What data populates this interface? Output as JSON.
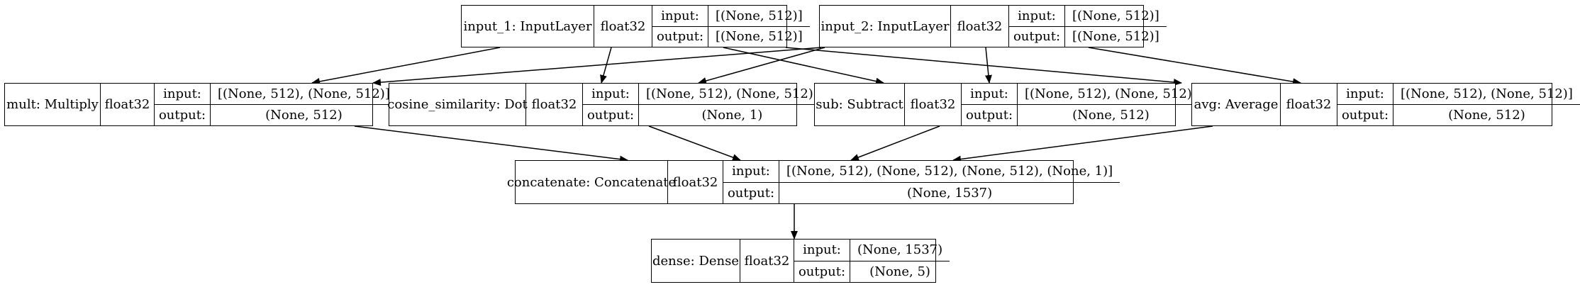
{
  "diagram": {
    "io_input_label": "input:",
    "io_output_label": "output:",
    "nodes": {
      "input_1": {
        "name": "input_1: InputLayer",
        "dtype": "float32",
        "input": "[(None, 512)]",
        "output": "[(None, 512)]"
      },
      "input_2": {
        "name": "input_2: InputLayer",
        "dtype": "float32",
        "input": "[(None, 512)]",
        "output": "[(None, 512)]"
      },
      "mult": {
        "name": "mult: Multiply",
        "dtype": "float32",
        "input": "[(None, 512), (None, 512)]",
        "output": "(None, 512)"
      },
      "cosine": {
        "name": "cosine_similarity: Dot",
        "dtype": "float32",
        "input": "[(None, 512), (None, 512)]",
        "output": "(None, 1)"
      },
      "sub": {
        "name": "sub: Subtract",
        "dtype": "float32",
        "input": "[(None, 512), (None, 512)]",
        "output": "(None, 512)"
      },
      "avg": {
        "name": "avg: Average",
        "dtype": "float32",
        "input": "[(None, 512), (None, 512)]",
        "output": "(None, 512)"
      },
      "concat": {
        "name": "concatenate: Concatenate",
        "dtype": "float32",
        "input": "[(None, 512), (None, 512), (None, 512), (None, 1)]",
        "output": "(None, 1537)"
      },
      "dense": {
        "name": "dense: Dense",
        "dtype": "float32",
        "input": "(None, 1537)",
        "output": "(None, 5)"
      }
    },
    "edges": [
      [
        "input_1",
        "mult"
      ],
      [
        "input_1",
        "cosine"
      ],
      [
        "input_1",
        "sub"
      ],
      [
        "input_1",
        "avg"
      ],
      [
        "input_2",
        "mult"
      ],
      [
        "input_2",
        "cosine"
      ],
      [
        "input_2",
        "sub"
      ],
      [
        "input_2",
        "avg"
      ],
      [
        "mult",
        "concat"
      ],
      [
        "cosine",
        "concat"
      ],
      [
        "sub",
        "concat"
      ],
      [
        "avg",
        "concat"
      ],
      [
        "concat",
        "dense"
      ]
    ]
  }
}
